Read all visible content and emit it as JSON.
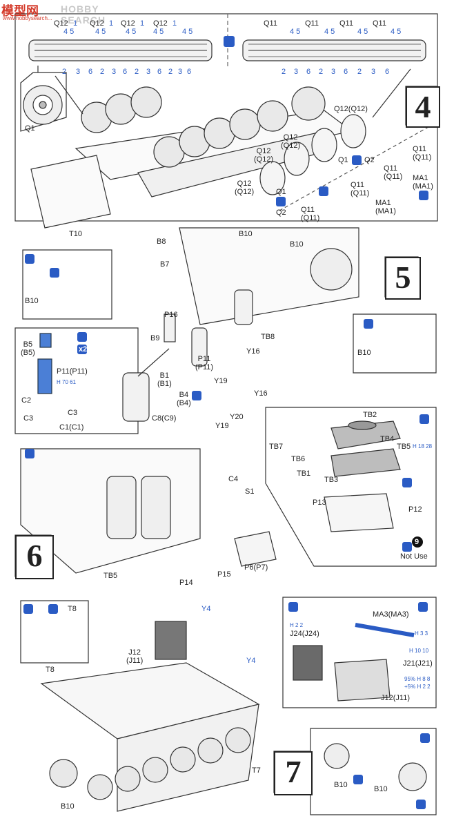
{
  "watermark": {
    "brand_cn": "模型网",
    "brand_en": "HOBBY SEARCH",
    "url": "www.hobbysearch..."
  },
  "steps": {
    "s4": "4",
    "s5": "5",
    "s6": "6",
    "s7": "7"
  },
  "step4": {
    "top_left_row": [
      "Q12",
      "1",
      "Q12",
      "1",
      "Q12",
      "1",
      "Q12",
      "1"
    ],
    "top_left_nums": [
      "4 5",
      "4 5",
      "4 5",
      "4 5",
      "4 5"
    ],
    "bottom_left_nums": [
      "2",
      "3",
      "6",
      "2",
      "3",
      "6",
      "2",
      "3",
      "6",
      "2",
      "3",
      "6"
    ],
    "top_right_row": [
      "Q11",
      "Q11",
      "Q11",
      "Q11"
    ],
    "top_right_nums": [
      "4 5",
      "4 5",
      "4 5",
      "4 5"
    ],
    "bottom_right_nums": [
      "2",
      "3",
      "6",
      "2",
      "3",
      "6",
      "2",
      "3",
      "6"
    ],
    "q1": "Q1",
    "t10": "T10",
    "q12a": "Q12(Q12)",
    "q12b": "Q12\n(Q12)",
    "q12c": "Q12\n(Q12)",
    "q12d": "Q12\n(Q12)",
    "q1b": "Q1",
    "q2b": "Q2",
    "q1c": "Q1",
    "q2c": "Q2",
    "q11a": "Q11\n(Q11)",
    "q11b": "Q11\n(Q11)",
    "q11c": "Q11\n(Q11)",
    "q11d": "Q11\n(Q11)",
    "ma1a": "MA1\n(MA1)",
    "ma1b": "MA1\n(MA1)"
  },
  "step5": {
    "b8": "B8",
    "b7": "B7",
    "b10a": "B10",
    "b10b": "B10",
    "b10c": "B10",
    "b10d": "B10",
    "p16": "P16",
    "b9": "B9",
    "tb8": "TB8",
    "y16a": "Y16",
    "y16b": "Y16",
    "b5": "B5\n(B5)",
    "p11a": "P11(P11)",
    "p11b": "P11\n(P11)",
    "c2": "C2",
    "c3a": "C3",
    "c3b": "C3",
    "c1": "C1(C1)",
    "b1": "B1\n(B1)",
    "b4": "B4\n(B4)",
    "c8": "C8(C9)",
    "y19a": "Y19",
    "y19b": "Y19",
    "y20": "Y20",
    "x2": "x2",
    "paint_code": "H 70 61"
  },
  "step6": {
    "tb2": "TB2",
    "tb7": "TB7",
    "tb4": "TB4",
    "tb5": "TB5",
    "tb6": "TB6",
    "tb1": "TB1",
    "tb3": "TB3",
    "p13": "P13",
    "p12": "P12",
    "not_use": "Not Use",
    "nine": "9",
    "c4": "C4",
    "s1": "S1",
    "tb5b": "TB5",
    "p14": "P14",
    "p15": "P15",
    "p6": "P6(P7)",
    "paint_code": "H 18 28"
  },
  "step7": {
    "t8a": "T8",
    "t8b": "T8",
    "y4a": "Y4",
    "y4b": "Y4",
    "j12a": "J12\n(J11)",
    "j12b": "J12(J11)",
    "j24": "J24(J24)",
    "ma3": "MA3(MA3)",
    "j21": "J21(J21)",
    "t7": "T7",
    "b10a": "B10",
    "b10b": "B10",
    "b10c": "B10",
    "h2": "H 2 2",
    "h3": "H 3 3",
    "h10": "H 10 10",
    "mix1": "95% H 8 8",
    "mix2": "+5% H 2 2"
  }
}
